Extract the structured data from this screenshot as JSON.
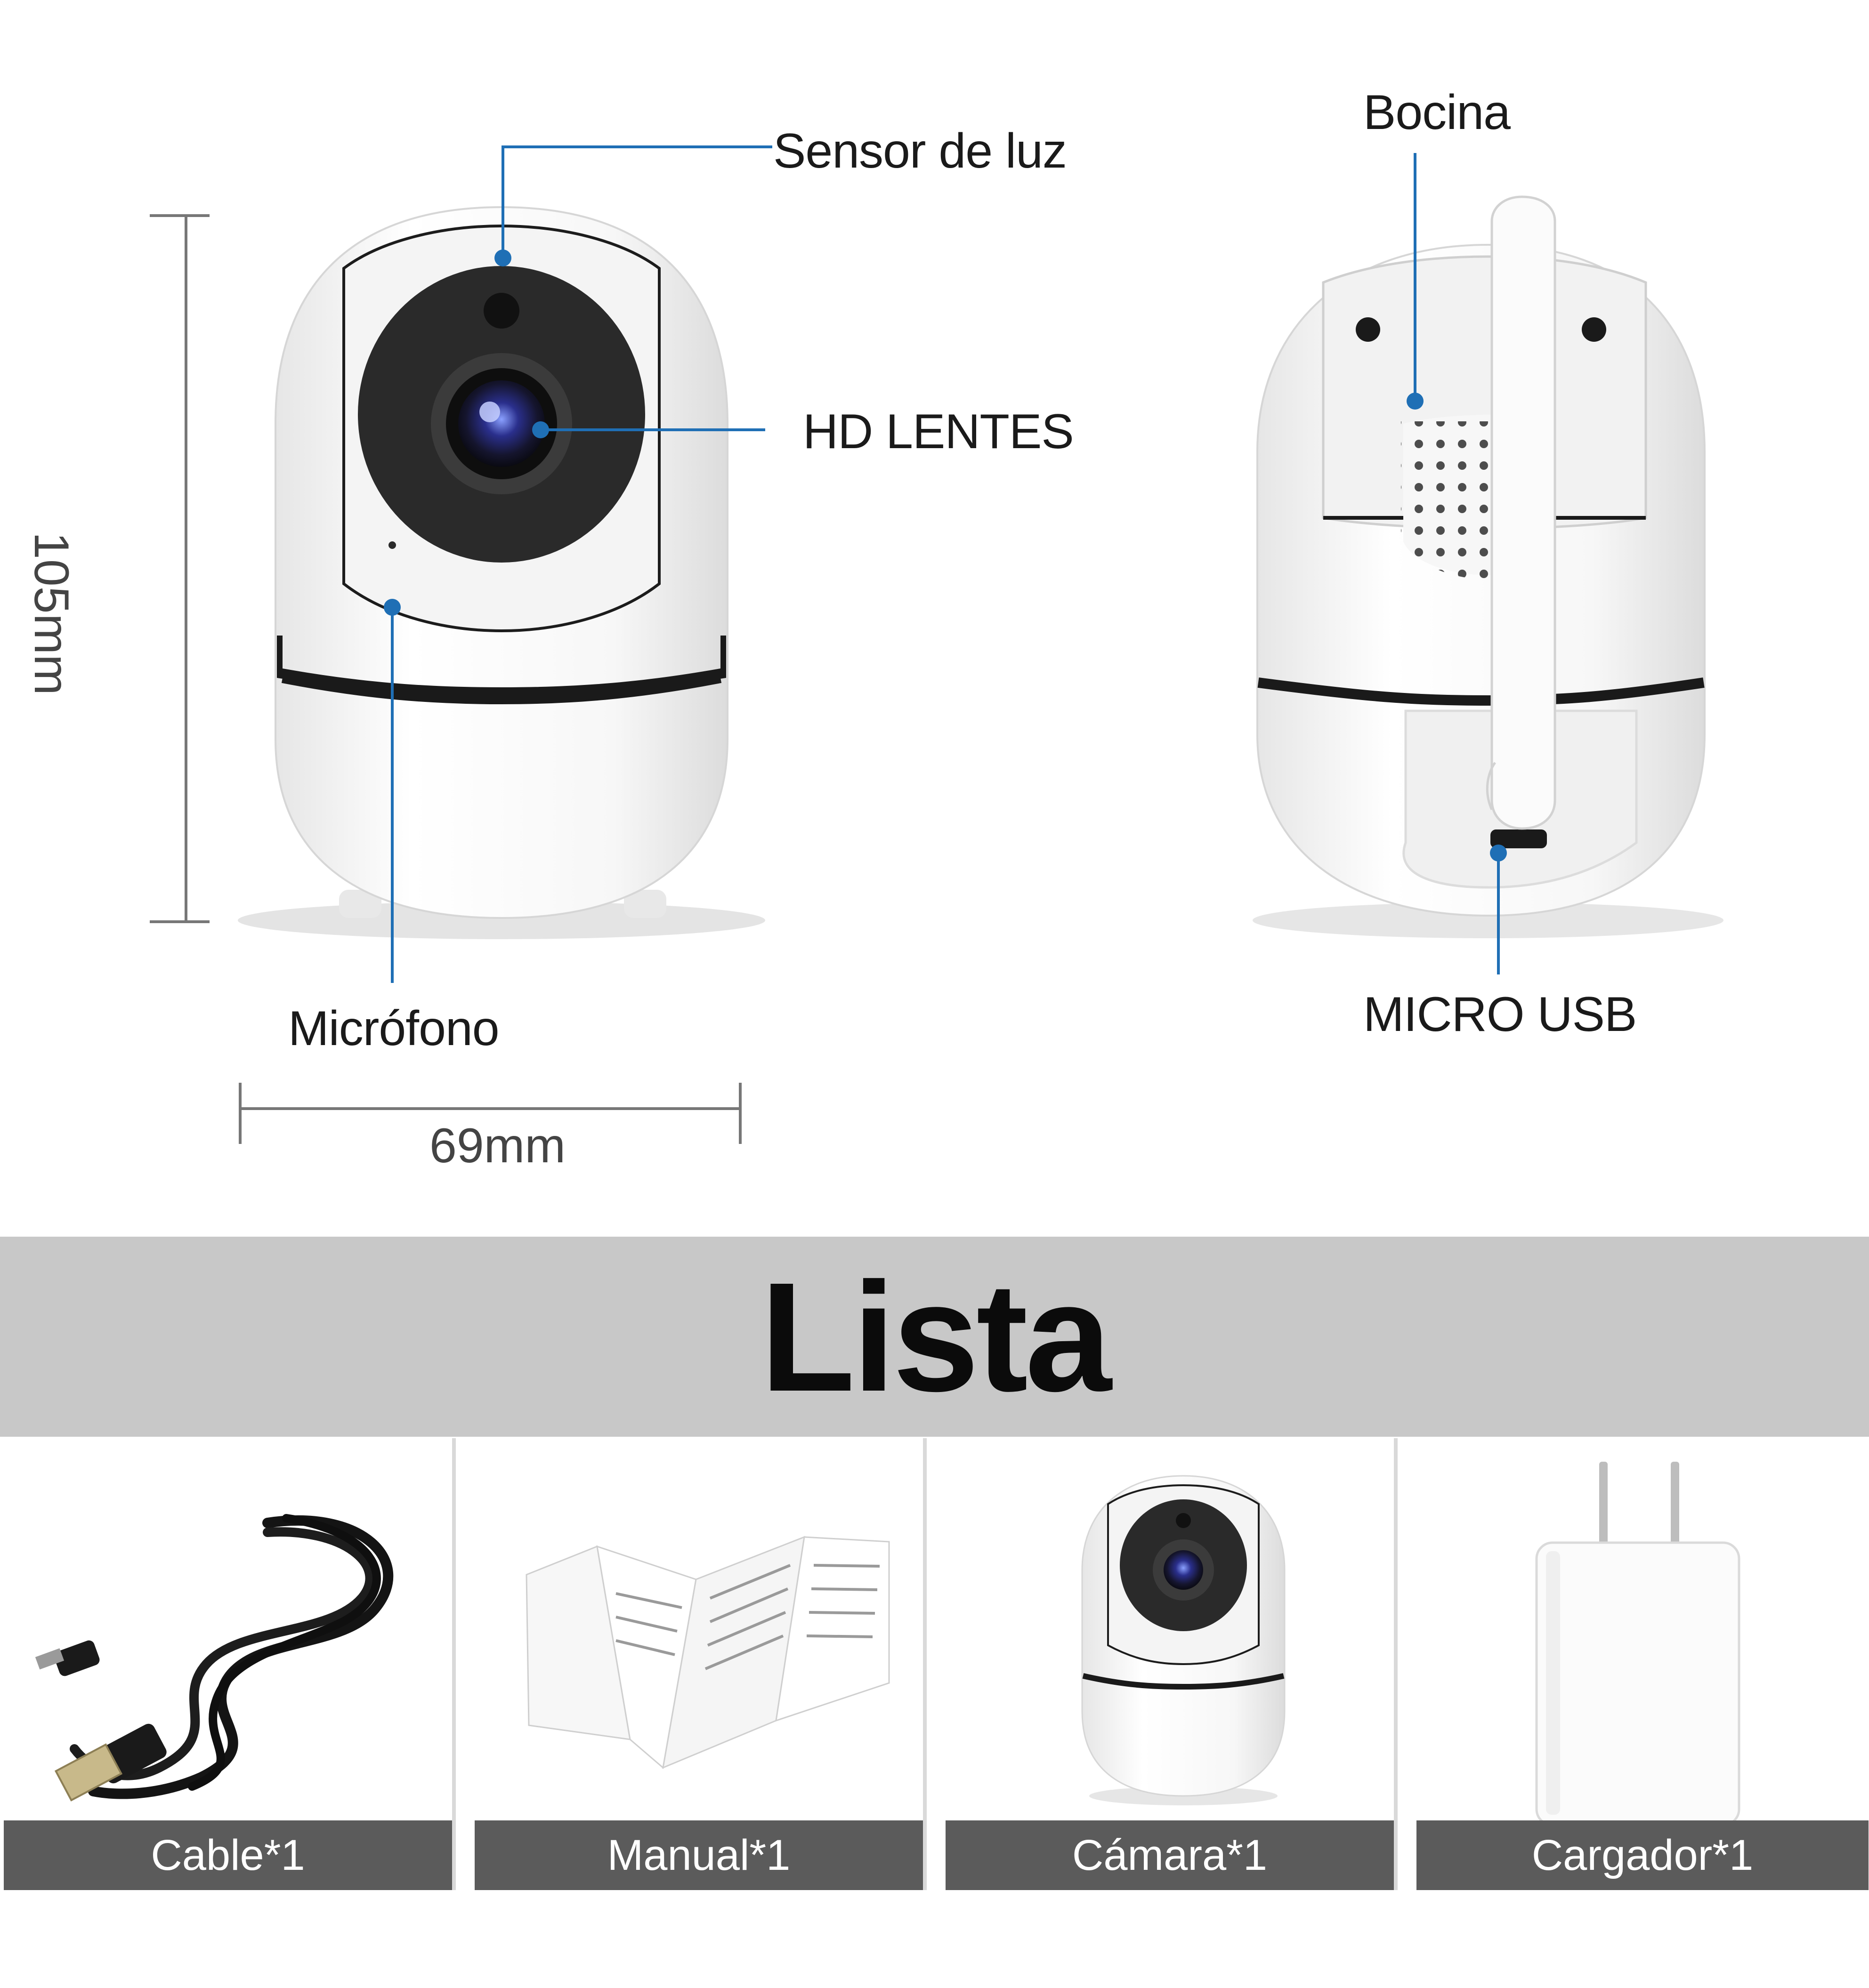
{
  "callouts": {
    "light_sensor": "Sensor de luz",
    "hd_lens": "HD LENTES",
    "microphone": "Micrófono",
    "speaker": "Bocina",
    "micro_usb": "MICRO USB"
  },
  "dimensions": {
    "height": "105mm",
    "width": "69mm"
  },
  "list": {
    "title": "Lista",
    "items": [
      {
        "label": "Cable*1",
        "icon": "usb-cable-icon"
      },
      {
        "label": "Manual*1",
        "icon": "manual-booklet-icon"
      },
      {
        "label": "Cámara*1",
        "icon": "camera-icon"
      },
      {
        "label": "Cargador*1",
        "icon": "charger-plug-icon"
      }
    ]
  },
  "colors": {
    "callout_line": "#1f6fb5",
    "banner": "#c8c8c8",
    "caption_bar": "#5b5b5b"
  }
}
